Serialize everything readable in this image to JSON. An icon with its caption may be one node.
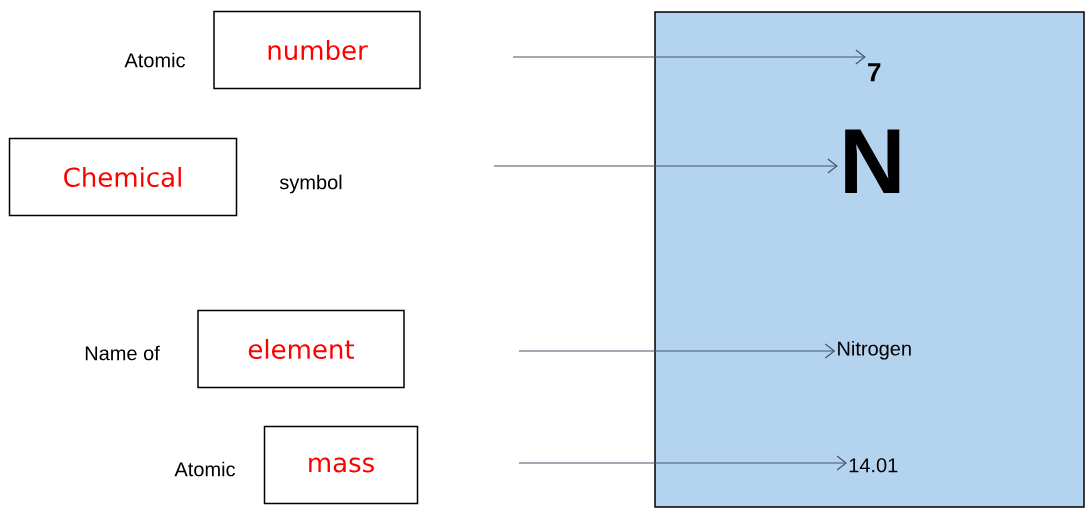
{
  "diagram": {
    "nodes": [
      {
        "text": [
          "number"
        ],
        "beside": [
          "Atomic"
        ]
      },
      {
        "text": [
          "Chemical"
        ],
        "beside": [
          "symbol"
        ]
      },
      {
        "text": [
          "element"
        ],
        "beside": [
          "Name of"
        ]
      },
      {
        "text": [
          "mass"
        ],
        "beside": [
          "Atomic"
        ]
      },
      {
        "text": [],
        "shape": "box"
      },
      {
        "text": [
          "7"
        ],
        "in": 4
      },
      {
        "text": [
          "N"
        ],
        "in": 4
      },
      {
        "text": [
          "Nitrogen"
        ],
        "in": 4
      },
      {
        "text": [
          "14.01"
        ],
        "in": 4
      }
    ],
    "edges": [
      {
        "from": null,
        "to": 5,
        "arrow": "to"
      },
      {
        "from": null,
        "to": 6,
        "arrow": "to"
      },
      {
        "from": null,
        "to": 7,
        "arrow": "to"
      },
      {
        "from": null,
        "to": 8,
        "arrow": "to"
      }
    ]
  }
}
